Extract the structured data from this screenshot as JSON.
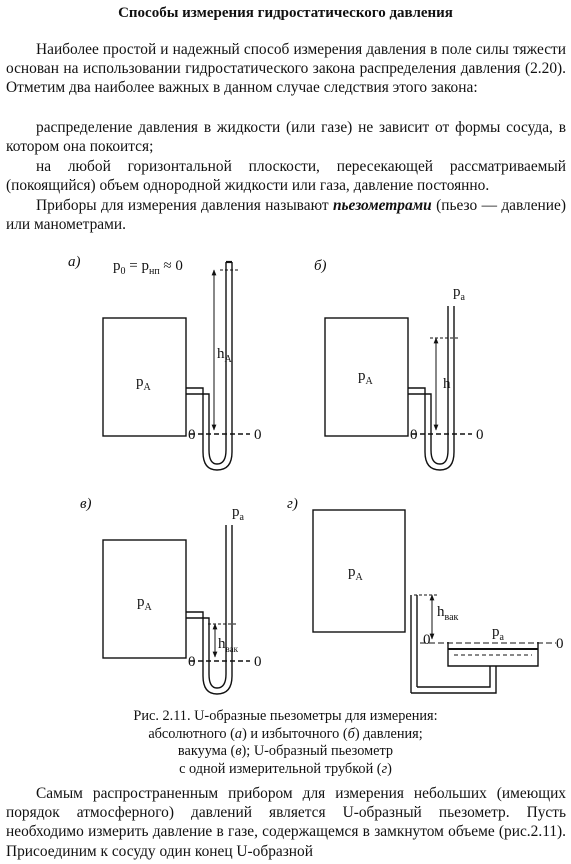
{
  "title": "Способы измерения гидростатического давления",
  "p1": "Наиболее простой и надежный способ измерения давления в поле силы тяжести основан на использовании гидростатического закона распределения давления (2.20). Отметим два наиболее важных в данном случае следствия этого закона:",
  "p2": "распределение давления в жидкости (или газе) не зависит от формы сосуда, в котором она покоится;",
  "p3": "на любой горизонтальной плоскости, пересекающей рассматриваемый (покоящийся) объем однородной жидкости или газа, давление постоянно.",
  "p4_start": "Приборы для измерения давления называют ",
  "p4_term": "пьезометрами",
  "p4_end": " (пьезо — давление) или манометрами.",
  "figure": {
    "label_a": "а)",
    "label_b": "б)",
    "label_v": "в)",
    "label_g": "г)",
    "p0": "p",
    "p0_sub": "0",
    "p0_eq": " = p",
    "p0_eq_sub": "нп",
    "p0_approx": " ≈ 0",
    "pA": "p",
    "pA_sub": "A",
    "pa": "p",
    "pa_sub": "a",
    "hA": "h",
    "hA_sub": "A",
    "h": "h",
    "hvak": "h",
    "hvak_sub": "вак",
    "zero": "0"
  },
  "caption": {
    "line1": "Рис. 2.11. U-образные пьезометры для измерения:",
    "line2_a": "абсолютного (",
    "line2_b": "а",
    "line2_c": ") и избыточного (",
    "line2_d": "б",
    "line2_e": ") давления;",
    "line3_a": "вакуума (",
    "line3_b": "в",
    "line3_c": "); U-образный пьезометр",
    "line4_a": "с одной измерительной трубкой (",
    "line4_b": "г",
    "line4_c": ")"
  },
  "p5": "Самым распространенным прибором для измерения небольших (имеющих порядок атмосферного) давлений является U-образный пьезометр. Пусть необходимо измерить давление в газе, содержащемся в замкнутом объеме (рис.2.11). Присоединим к сосуду один конец U-образной"
}
